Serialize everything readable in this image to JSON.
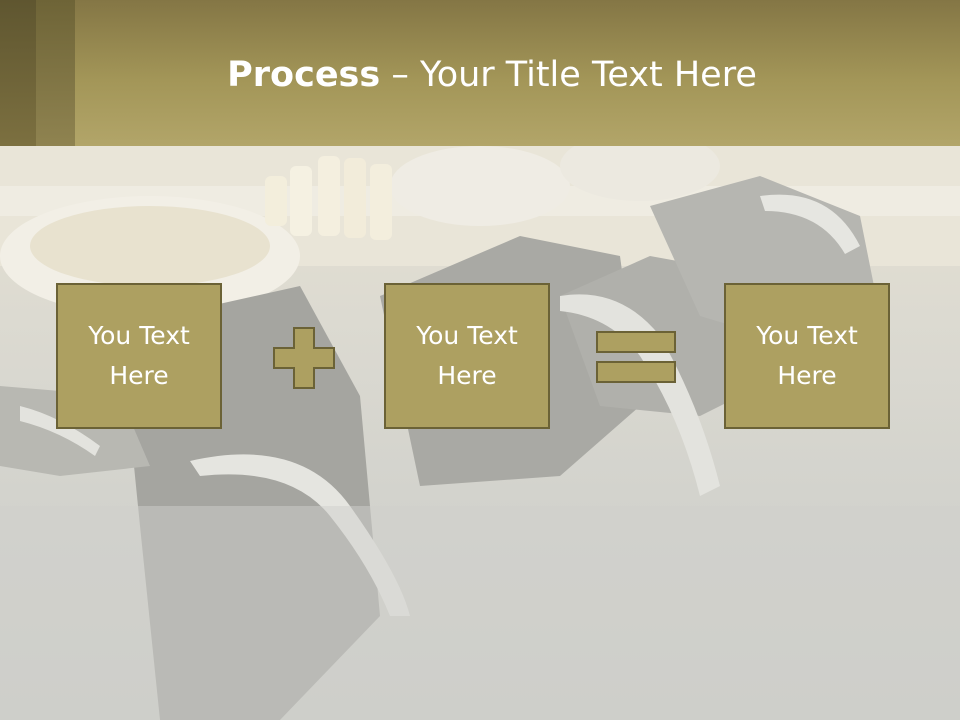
{
  "title": {
    "bold": "Process",
    "rest": " – Your Title Text Here"
  },
  "process": {
    "step1": "You Text Here",
    "step2": "You Text Here",
    "step3": "You Text Here",
    "operator1": "plus-icon",
    "operator2": "equals-icon"
  },
  "colors": {
    "title_band": "#a39658",
    "box_fill": "#ada061",
    "box_border": "#6b6236"
  }
}
